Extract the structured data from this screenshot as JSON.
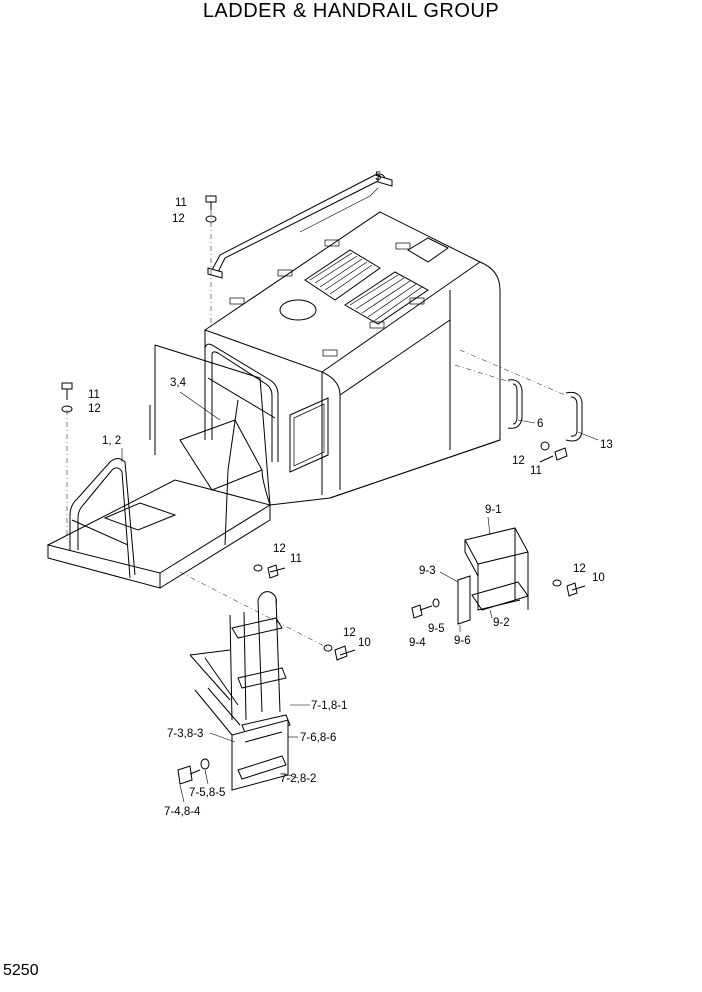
{
  "title": "LADDER & HANDRAIL GROUP",
  "page_number": "5250",
  "callouts": {
    "c5": "5",
    "c11a": "11",
    "c12a": "12",
    "c34": "3,4",
    "c11b": "11",
    "c12b": "12",
    "c12": "1, 2",
    "c6": "6",
    "c13": "13",
    "c12c": "12",
    "c11c": "11",
    "c91": "9-1",
    "c93": "9-3",
    "c12d": "12",
    "c10a": "10",
    "c95": "9-5",
    "c92": "9-2",
    "c94": "9-4",
    "c96": "9-6",
    "c12e": "12",
    "c11d": "11",
    "c12f": "12",
    "c10b": "10",
    "c71": "7-1,8-1",
    "c73": "7-3,8-3",
    "c76": "7-6,8-6",
    "c75": "7-5,8-5",
    "c72": "7-2,8-2",
    "c74": "7-4,8-4"
  }
}
